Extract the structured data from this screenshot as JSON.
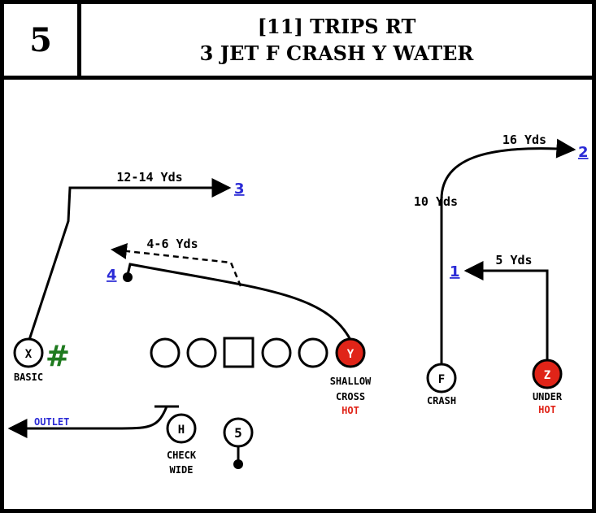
{
  "play_number": "5",
  "title": {
    "line1": "[11] TRIPS RT",
    "line2": "3 JET F CRASH Y WATER"
  },
  "colors": {
    "hot": "#e02418",
    "route_number": "#2b2bd6",
    "sight": "#1f7a1f",
    "outlet": "#2b2bd6"
  },
  "players": {
    "x": {
      "letter": "X",
      "label": "BASIC",
      "sight_mark": "#"
    },
    "y": {
      "letter": "Y",
      "label_line1": "SHALLOW",
      "label_line2": "CROSS",
      "tag": "HOT"
    },
    "f": {
      "letter": "F",
      "label": "CRASH"
    },
    "z": {
      "letter": "Z",
      "label": "UNDER",
      "tag": "HOT"
    },
    "h": {
      "letter": "H",
      "label_line1": "CHECK",
      "label_line2": "WIDE",
      "outlet": "OUTLET"
    },
    "qb": {
      "letter": "5"
    }
  },
  "routes": {
    "x": {
      "distance": "12-14 Yds",
      "number": "3"
    },
    "y": {
      "distance": "4-6 Yds",
      "number": "4"
    },
    "f": {
      "distance_stem": "10 Yds",
      "distance_break": "16 Yds",
      "number": "2"
    },
    "z": {
      "distance": "5 Yds",
      "number": "1"
    }
  }
}
